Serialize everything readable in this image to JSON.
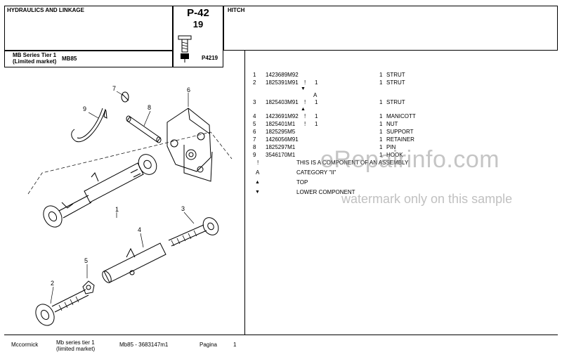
{
  "header": {
    "section_title": "HYDRAULICS AND LINKAGE",
    "page_code": "P-42",
    "page_number": "19",
    "group_title": "HITCH",
    "series_line1": "MB Series Tier 1",
    "series_line2": "(Limited market)",
    "model": "MB85",
    "illustration_code": "P4219"
  },
  "parts": [
    {
      "ref": "1",
      "part_no": "1423689M92",
      "flag": "",
      "sub_qty": "",
      "qty": "1",
      "desc": "STRUT"
    },
    {
      "ref": "2",
      "part_no": "1825391M91",
      "flag": "!",
      "sub_qty": "1",
      "qty": "1",
      "desc": "STRUT"
    },
    {
      "ref": "3",
      "part_no": "1825403M91",
      "flag": "!",
      "sub_qty": "1",
      "qty": "1",
      "desc": "STRUT"
    },
    {
      "ref": "4",
      "part_no": "1423691M92",
      "flag": "!",
      "sub_qty": "1",
      "qty": "1",
      "desc": "MANICOTT"
    },
    {
      "ref": "5",
      "part_no": "1825401M1",
      "flag": "!",
      "sub_qty": "1",
      "qty": "1",
      "desc": "NUT"
    },
    {
      "ref": "6",
      "part_no": "1825295M5",
      "flag": "",
      "sub_qty": "",
      "qty": "1",
      "desc": "SUPPORT"
    },
    {
      "ref": "7",
      "part_no": "1426056M91",
      "flag": "",
      "sub_qty": "",
      "qty": "1",
      "desc": "RETAINER"
    },
    {
      "ref": "8",
      "part_no": "1825297M1",
      "flag": "",
      "sub_qty": "",
      "qty": "1",
      "desc": "PIN"
    },
    {
      "ref": "9",
      "part_no": "3546170M1",
      "flag": "",
      "sub_qty": "",
      "qty": "1",
      "desc": "HOOK"
    }
  ],
  "markers": {
    "row2_below_mark": "▼",
    "row2_letter": "A",
    "row3_below_mark": "▲"
  },
  "legend": [
    {
      "symbol": "!",
      "text": "THIS IS A COMPONENT OF AN ASSEMBLY"
    },
    {
      "symbol": "A",
      "text": "CATEGORY \"II\""
    },
    {
      "symbol": "▲",
      "text": "TOP"
    },
    {
      "symbol": "▼",
      "text": "LOWER COMPONENT"
    }
  ],
  "diagram_labels": {
    "l1": "1",
    "l2": "2",
    "l3": "3",
    "l4": "4",
    "l5": "5",
    "l6": "6",
    "l7": "7",
    "l8": "8",
    "l9": "9"
  },
  "footer": {
    "brand": "Mccormick",
    "series_line1": "Mb series tier 1",
    "series_line2": "(limited market)",
    "model_doc": "Mb85 - 3683147m1",
    "page_label": "Pagina",
    "page_value": "1"
  },
  "watermark": {
    "site": "eRepairinfo.com",
    "note": "watermark only on this sample"
  }
}
